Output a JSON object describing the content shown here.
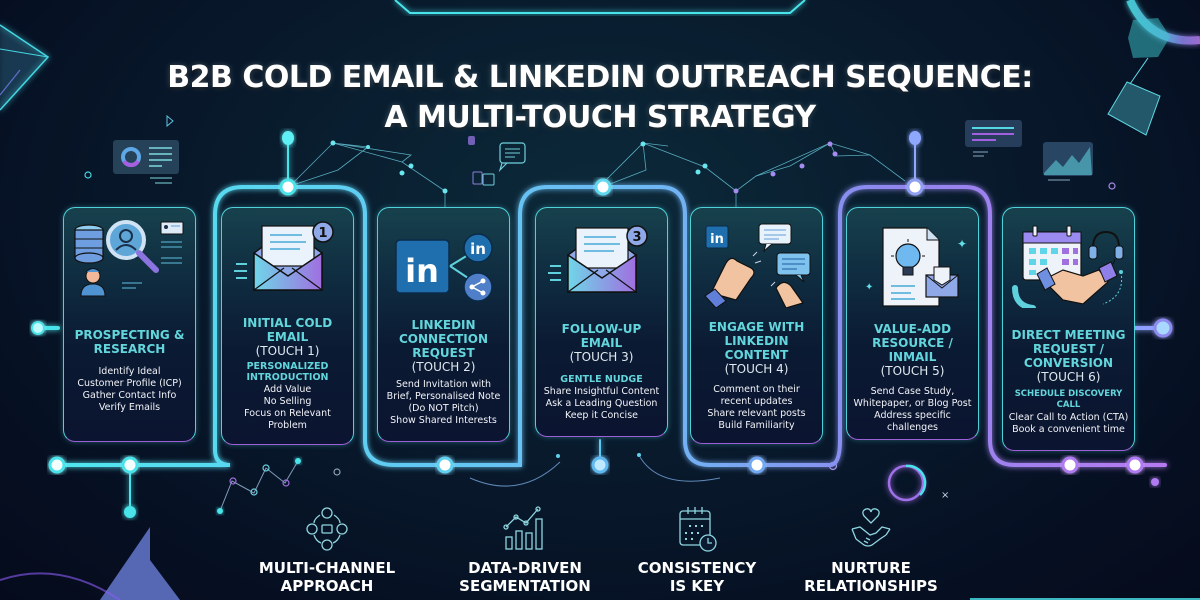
{
  "title": {
    "line1": "B2B COLD EMAIL & LINKEDIN OUTREACH SEQUENCE:",
    "line2": "A MULTI-TOUCH STRATEGY"
  },
  "colors": {
    "background": "#071526",
    "cyan_accent": "#4fd1d9",
    "heading_cyan": "#62d6dc",
    "purple_accent": "#9b5fd6",
    "linkedin_blue": "#1f6fae",
    "text_white": "#f2f4f8"
  },
  "steps": [
    {
      "icon": "prospecting-research-icon",
      "title": "PROSPECTING & RESEARCH",
      "touch": "",
      "subtitle": "",
      "body": [
        "Identify Ideal",
        "Customer Profile (ICP)",
        "Gather Contact Info",
        "Verify Emails"
      ]
    },
    {
      "icon": "email-envelope-icon",
      "badge": "1",
      "title": "INITIAL COLD EMAIL",
      "touch": "(TOUCH 1)",
      "subtitle": "PERSONALIZED INTRODUCTION",
      "body": [
        "Add Value",
        "No Selling",
        "Focus on Relevant",
        "Problem"
      ]
    },
    {
      "icon": "linkedin-connect-icon",
      "title": "LINKEDIN CONNECTION REQUEST",
      "touch": "(TOUCH 2)",
      "subtitle": "",
      "body": [
        "Send Invitation with",
        "Brief, Personalised Note",
        "(Do NOT Pitch)",
        "Show Shared Interests"
      ]
    },
    {
      "icon": "email-envelope-icon",
      "badge": "3",
      "title": "FOLLOW-UP EMAIL",
      "touch": "(TOUCH 3)",
      "subtitle": "GENTLE NUDGE",
      "body": [
        "Share Insightful Content",
        "Ask a Leading Question",
        "Keep it Concise"
      ]
    },
    {
      "icon": "clapping-hands-comments-icon",
      "title": "ENGAGE WITH LINKEDIN CONTENT",
      "touch": "(TOUCH 4)",
      "subtitle": "",
      "body": [
        "Comment on their",
        "recent updates",
        "Share relevant posts",
        "Build Familiarity"
      ]
    },
    {
      "icon": "document-lightbulb-icon",
      "title": "VALUE-ADD RESOURCE / INMAIL",
      "touch": "(TOUCH 5)",
      "subtitle": "",
      "body": [
        "Send Case Study,",
        "Whitepaper, or Blog Post",
        "Address specific",
        "challenges"
      ]
    },
    {
      "icon": "calendar-handshake-icon",
      "title": "DIRECT MEETING REQUEST / CONVERSION",
      "touch": "(TOUCH 6)",
      "subtitle": "SCHEDULE DISCOVERY CALL",
      "body": [
        "Clear Call to Action (CTA)",
        "Book a convenient time"
      ]
    }
  ],
  "pillars": [
    {
      "icon": "people-network-icon",
      "label_line1": "MULTI-CHANNEL",
      "label_line2": "APPROACH"
    },
    {
      "icon": "bar-chart-trend-icon",
      "label_line1": "DATA-DRIVEN",
      "label_line2": "SEGMENTATION"
    },
    {
      "icon": "calendar-clock-icon",
      "label_line1": "CONSISTENCY",
      "label_line2": "IS KEY"
    },
    {
      "icon": "heart-handshake-icon",
      "label_line1": "NURTURE",
      "label_line2": "RELATIONSHIPS"
    }
  ],
  "icon_labels": {
    "linkedin": "in",
    "badge_touch1": "1",
    "badge_touch3": "3"
  }
}
